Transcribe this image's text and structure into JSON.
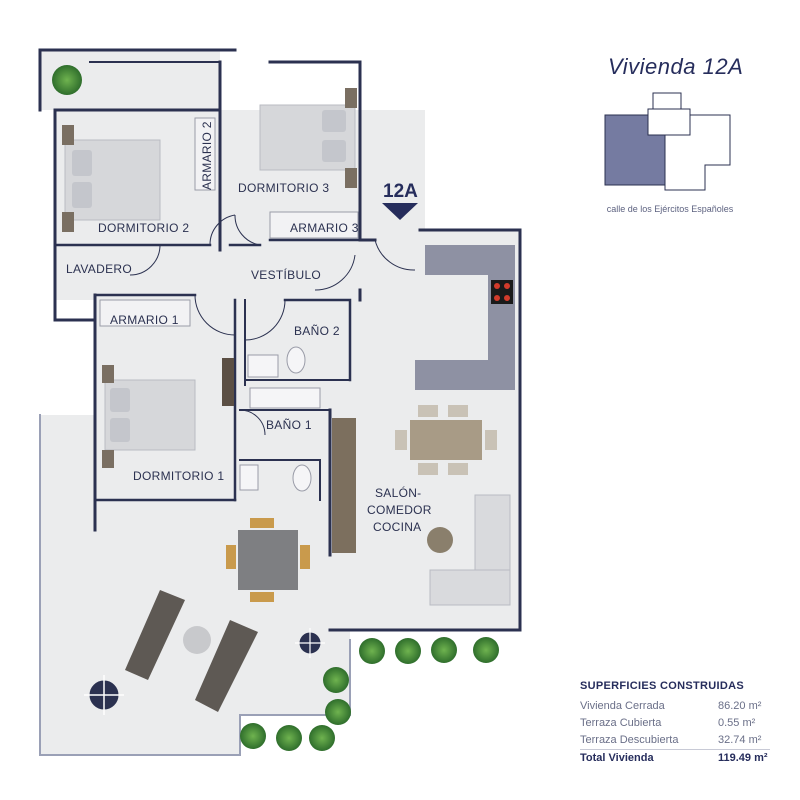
{
  "title": "Vivienda 12A",
  "street": "calle de los Ejércitos Españoles",
  "unit_tag": "12A",
  "rooms": {
    "dormitorio_2": "DORMITORIO 2",
    "armario_2": "ARMARIO 2",
    "dormitorio_3": "DORMITORIO 3",
    "armario_3": "ARMARIO 3",
    "lavadero": "LAVADERO",
    "vestibulo": "VESTÍBULO",
    "armario_1": "ARMARIO 1",
    "bano_2": "BAÑO 2",
    "bano_1": "BAÑO 1",
    "dormitorio_1": "DORMITORIO 1",
    "salon_1": "SALÓN-",
    "salon_2": "COMEDOR",
    "salon_3": "COCINA"
  },
  "areas": {
    "heading": "SUPERFICIES CONSTRUIDAS",
    "rows": [
      {
        "label": "Vivienda Cerrada",
        "value": "86.20 m²"
      },
      {
        "label": "Terraza Cubierta",
        "value": "0.55 m²"
      },
      {
        "label": "Terraza Descubierta",
        "value": "32.74 m²"
      }
    ],
    "total": {
      "label": "Total Vivienda",
      "value": "119.49 m²"
    }
  },
  "colors": {
    "wall": "#2b3150",
    "floor": "#e9eaec",
    "accent": "#262d5c",
    "keyplan_fill": "#757ba1",
    "plant": "#3f8a3a",
    "wood": "#c99a4c"
  }
}
